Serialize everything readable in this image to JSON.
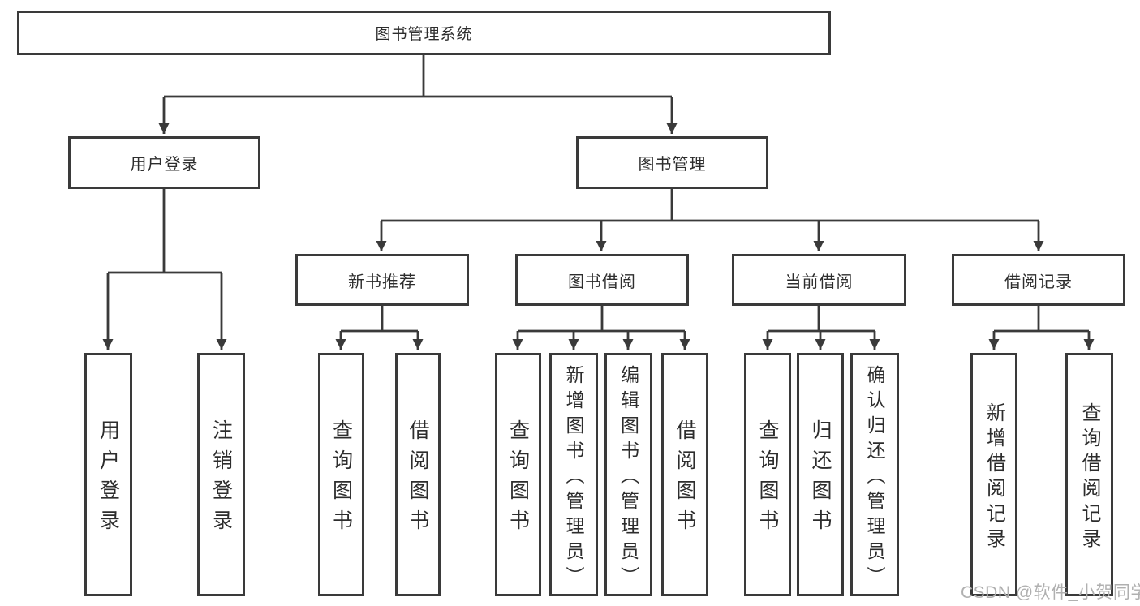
{
  "tree": {
    "root": {
      "label": "图书管理系统"
    },
    "branches": [
      {
        "label": "用户登录",
        "children": [
          "用户登录",
          "注销登录"
        ]
      },
      {
        "label": "图书管理",
        "groups": [
          {
            "label": "新书推荐",
            "children": [
              "查询图书",
              "借阅图书"
            ]
          },
          {
            "label": "图书借阅",
            "children": [
              "查询图书",
              "新增图书（管理员）",
              "编辑图书（管理员）",
              "借阅图书"
            ]
          },
          {
            "label": "当前借阅",
            "children": [
              "查询图书",
              "归还图书",
              "确认归还（管理员）"
            ]
          },
          {
            "label": "借阅记录",
            "children": [
              "新增借阅记录",
              "查询借阅记录"
            ]
          }
        ]
      }
    ]
  },
  "watermark": {
    "text": "CSDN @软件_小贺同学",
    "color": "#b0b0b0"
  },
  "colors": {
    "line": "#3a3a3a",
    "text": "#2d2d2d",
    "background": "#ffffff"
  }
}
